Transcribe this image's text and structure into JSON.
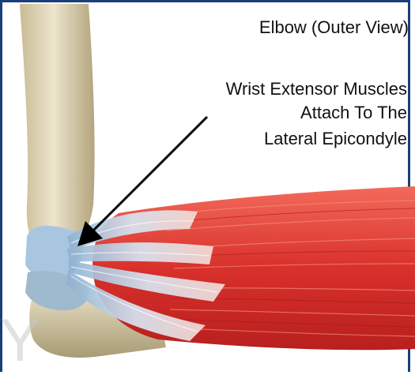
{
  "diagram": {
    "title": "Elbow (Outer View)",
    "annotation_lines": [
      "Wrist Extensor Muscles",
      "Attach To The",
      "Lateral Epicondyle"
    ],
    "watermark": "Y"
  },
  "colors": {
    "frame": "#1a3f7a",
    "bone": "#d8ccaa",
    "muscle": "#e03a35",
    "tendon": "#b9d3ea",
    "arrow": "#000000"
  }
}
